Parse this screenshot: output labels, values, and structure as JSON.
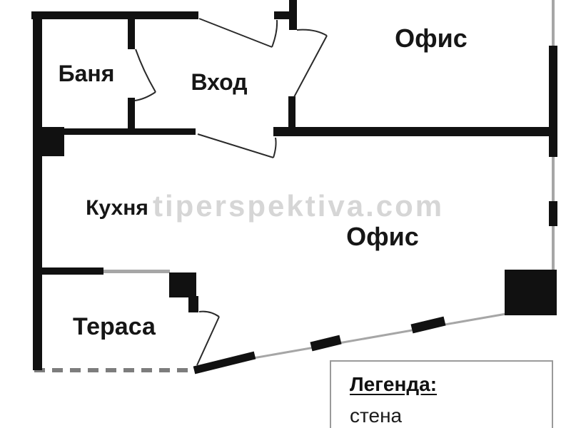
{
  "plan": {
    "rooms": {
      "banya": {
        "label": "Баня"
      },
      "vhod": {
        "label": "Вход"
      },
      "ofis_top": {
        "label": "Офис"
      },
      "kuhnya": {
        "label": "Кухня"
      },
      "ofis_main": {
        "label": "Офис"
      },
      "terasa": {
        "label": "Тераса"
      }
    },
    "watermark": {
      "text": "tiperspektiva.com"
    },
    "legend": {
      "title": "Легенда:",
      "items": [
        {
          "label": "стена"
        }
      ]
    },
    "colors": {
      "wall": "#111111",
      "window_line": "#a6a6a6",
      "dashed_boundary": "#7d7d7d",
      "watermark": "#d6d6d6",
      "legend_border": "#9a9a9a"
    }
  }
}
